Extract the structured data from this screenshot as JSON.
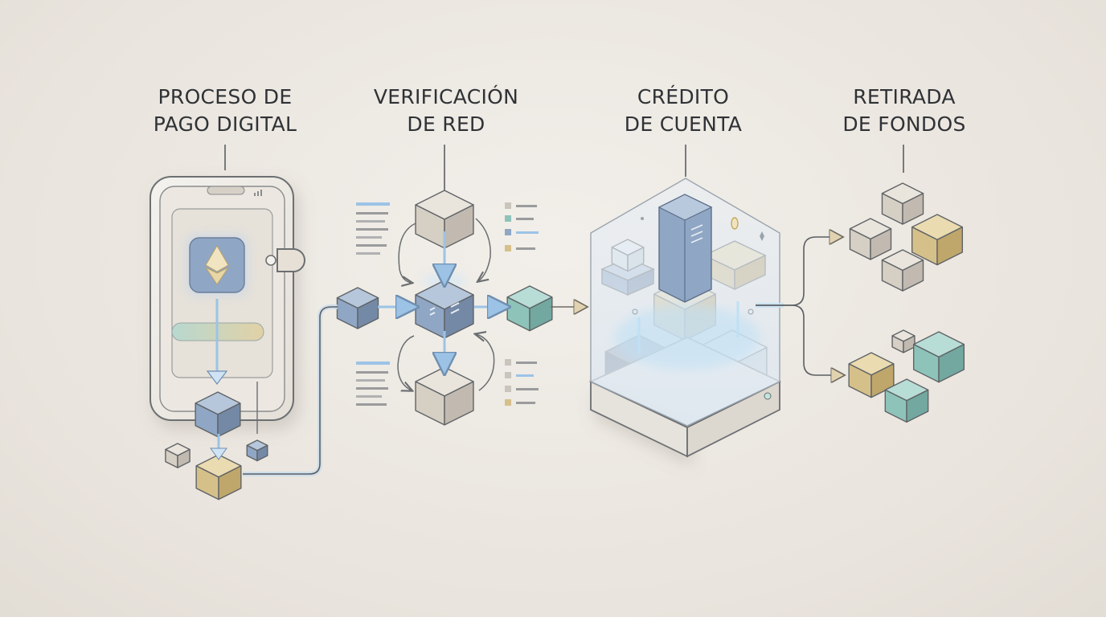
{
  "steps": [
    {
      "line1": "PROCESO DE",
      "line2": "PAGO DIGITAL"
    },
    {
      "line1": "VERIFICACIÓN",
      "line2": "DE RED"
    },
    {
      "line1": "CRÉDITO",
      "line2": "DE CUENTA"
    },
    {
      "line1": "RETIRADA",
      "line2": "DE FONDOS"
    }
  ],
  "icons": {
    "phone": "smartphone-wallet-icon",
    "coin": "ethereum-icon",
    "network": "verification-node-icon",
    "server": "account-server-icon",
    "blocks": "output-blocks-icon"
  },
  "colors": {
    "blue": "#8fa6c4",
    "beige": "#d6cfc4",
    "gold": "#d6c08a",
    "teal": "#8ec3ba",
    "flow": "#9cc3e6",
    "line": "#5a5e63"
  }
}
